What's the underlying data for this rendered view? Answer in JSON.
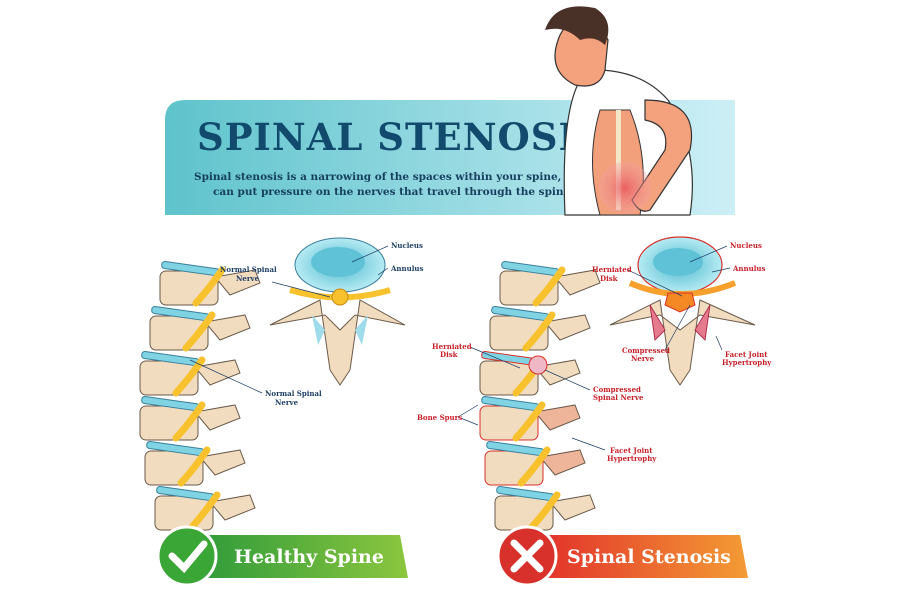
{
  "banner": {
    "title": "SPINAL STENOSIS",
    "subtitle_line1": "Spinal stenosis is a narrowing of the spaces within your spine, which",
    "subtitle_line2": "can put pressure on the nerves that travel through the spine."
  },
  "healthy": {
    "labels": {
      "nucleus": "Nucleus",
      "annulus": "Annulus",
      "nerve_top_1": "Normal Spinal",
      "nerve_top_2": "Nerve",
      "nerve_side_1": "Normal Spinal",
      "nerve_side_2": "Nerve"
    },
    "badge": "Healthy Spine"
  },
  "stenosis": {
    "labels": {
      "nucleus": "Nucleus",
      "annulus": "Annulus",
      "herniated_top_1": "Herniated",
      "herniated_top_2": "Disk",
      "compressed_nerve_1": "Compressed",
      "compressed_nerve_2": "Nerve",
      "facet_top_1": "Facet Joint",
      "facet_top_2": "Hypertrophy",
      "herniated_side_1": "Herniated",
      "herniated_side_2": "Disk",
      "compressed_spinal_1": "Compressed",
      "compressed_spinal_2": "Spinal Nerve",
      "bone_spurs": "Bone Spurs",
      "facet_side_1": "Facet Joint",
      "facet_side_2": "Hypertrophy"
    },
    "badge": "Spinal Stenosis"
  },
  "colors": {
    "title": "#114a6c",
    "healthy": "#3aa635",
    "stenosis": "#d8302a",
    "bone": "#f2dcc0",
    "disc": "#7fd3e3",
    "nerve": "#f7c22e"
  }
}
